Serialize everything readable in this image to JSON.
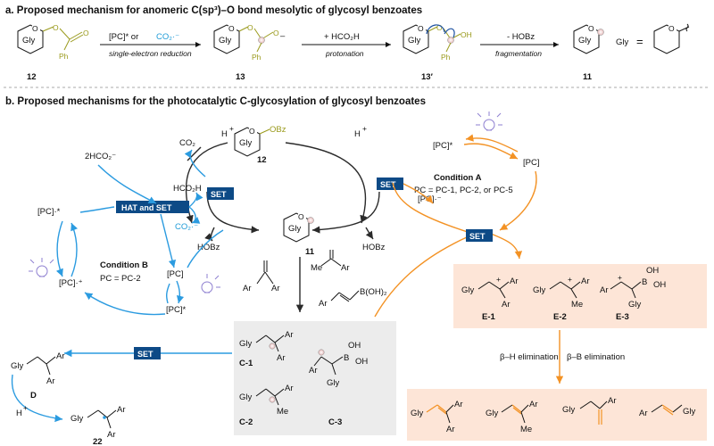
{
  "sections": {
    "a_title": "a. Proposed mechanism for anomeric C(sp³)–O bond mesolytic of glycosyl benzoates",
    "b_title": "b. Proposed mechanisms for the photocatalytic C-glycosylation of glycosyl benzoates"
  },
  "a": {
    "gly": "Gly",
    "ph": "Ph",
    "o": "O",
    "oh": "OH",
    "minus": "–",
    "reduction_reagents": "[PC]* or",
    "co2_radical_anion": "CO₂·⁻",
    "reduction_label": "single-electron reduction",
    "protonation_reagent": "+ HCO₂H",
    "protonation_label": "protonation",
    "fragmentation_reagent": "- HOBz",
    "fragmentation_label": "fragmentation",
    "eq_sign": "=",
    "compounds": [
      "12",
      "13",
      "13′",
      "11"
    ]
  },
  "b": {
    "gly": "Gly",
    "obz": "OBz",
    "h_plus": "H",
    "plus": "+",
    "co2": "CO₂",
    "hobz": "HOBz",
    "two_hco2": "2HCO₂⁻",
    "hco2h": "HCO₂H",
    "co2_radical_anion": "CO₂·⁻",
    "pc_excited": "[PC]*",
    "pc": "[PC]",
    "pc_radical_anion": "[PC]·⁻",
    "pc_radical_anion_b": "[PC]·⁺",
    "pc_dot_star": "[PC]·*",
    "set": "SET",
    "hat_set": "HAT and SET",
    "condition_a": "Condition A",
    "condition_a_pc": "PC = PC-1, PC-2, or PC-5",
    "condition_b": "Condition B",
    "condition_b_pc": "PC = PC-2",
    "ar": "Ar",
    "me": "Me",
    "b_oh2": "B(OH)₂",
    "b": "B",
    "oh": "OH",
    "cmp_12": "12",
    "cmp_11": "11",
    "cmp_d": "D",
    "cmp_22": "22",
    "c_labels": [
      "C-1",
      "C-2",
      "C-3"
    ],
    "e_labels": [
      "E-1",
      "E-2",
      "E-3"
    ],
    "beta_h": "β–H elimination",
    "beta_b": "β–B elimination"
  },
  "colors": {
    "blue": "#2b9be0",
    "orange": "#f39224",
    "set_box": "#0d4a86",
    "peach": "#fde5d7",
    "gray_box": "#ececec",
    "olive": "#9a9a1c",
    "radical": "#e06a6a"
  }
}
